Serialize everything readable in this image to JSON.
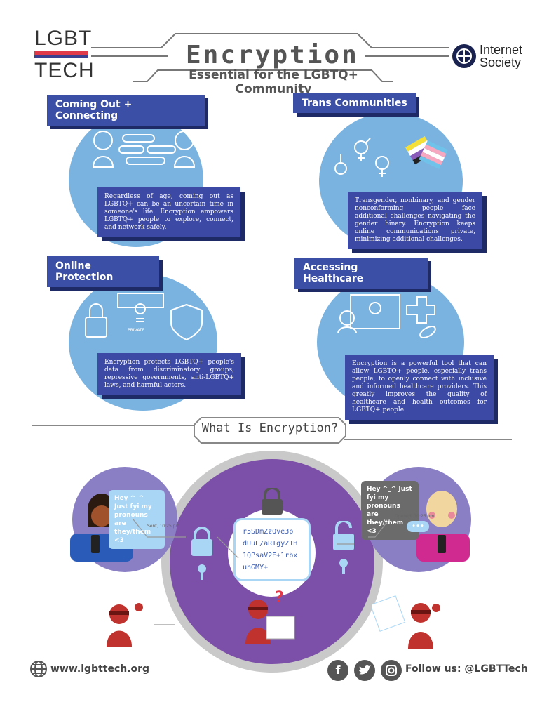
{
  "header": {
    "logo_line1": "LGBT",
    "logo_line2": "TECH",
    "title": "Encryption",
    "subtitle": "Essential for the LGBTQ+ Community",
    "partner_line1": "Internet",
    "partner_line2": "Society"
  },
  "sections": [
    {
      "title": "Coming Out + Connecting",
      "text": "Regardless of age, coming out as LGBTQ+ can be an uncertain time in someone's life. Encryption empowers LGBTQ+ people to explore, connect, and network safely."
    },
    {
      "title": "Trans Communities",
      "text": "Transgender, nonbinary, and gender nonconforming people face additional challenges navigating the gender binary. Encryption keeps online communications private, minimizing additional challenges."
    },
    {
      "title": "Online Protection",
      "text": "Encryption protects LGBTQ+ people's data from discriminatory groups, repressive governments, anti-LGBTQ+ laws, and harmful actors.",
      "icon_label": "PRIVATE"
    },
    {
      "title": "Accessing Healthcare",
      "text": "Encryption is a powerful tool that can allow LGBTQ+ people, especially trans people, to openly connect with inclusive and informed healthcare providers. This greatly improves the quality of healthcare and health outcomes for LGBTQ+ people."
    }
  ],
  "what_is": {
    "title": "What Is Encryption?",
    "sent_message": "Hey ^_^ Just fyi my pronouns are they/them <3",
    "sent_meta": "Sent, 10:25 pm",
    "received_message": "Hey ^_^ Just fyi my pronouns are they/them <3",
    "received_meta": "Opened, 10:25 pm",
    "cipher_lines": [
      "r5SDmZzQve3p",
      "dUuL/aRIgyZ1H",
      "1QPsaV2E+1rbx",
      "uhGMY+"
    ],
    "typing_dots": "•••"
  },
  "footer": {
    "url": "www.lgbttech.org",
    "follow": "Follow us: @LGBTTech"
  },
  "colors": {
    "accent_blue": "#3b4fa6",
    "circle_blue": "#7ab3e0",
    "purple": "#7c4fa8",
    "red": "#e03a4a"
  }
}
